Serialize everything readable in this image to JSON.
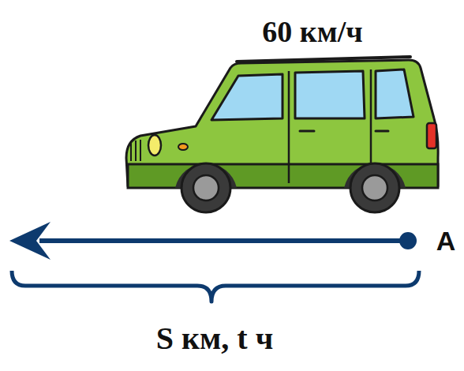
{
  "diagram": {
    "labels": [
      "60 км/ч",
      "A",
      "S км, t ч"
    ]
  }
}
